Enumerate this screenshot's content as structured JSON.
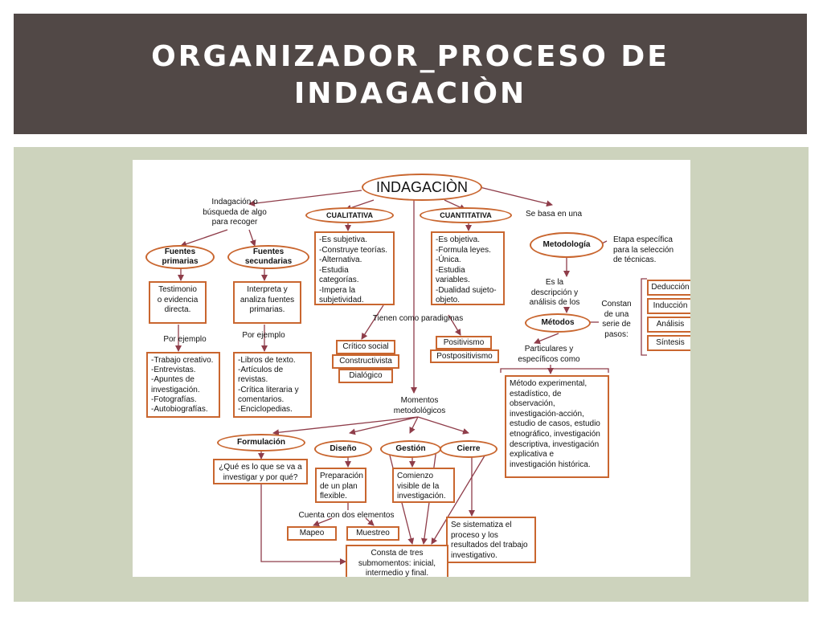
{
  "slide": {
    "title": "ORGANIZADOR_PROCESO DE\nINDAGACIÒN"
  },
  "diagram": {
    "root": "INDAGACIÒN",
    "branch_left": {
      "connector": "Indagación o\nbúsqueda de algo\npara recoger",
      "primary": {
        "label": "Fuentes\nprimarias",
        "description": "Testimonio\no evidencia\ndirecta.",
        "example_label": "Por ejemplo",
        "examples": "-Trabajo creativo.\n-Entrevistas.\n-Apuntes de\ninvestigación.\n-Fotografías.\n-Autobiografías."
      },
      "secondary": {
        "label": "Fuentes\nsecundarias",
        "description": "Interpreta y\nanaliza fuentes\nprimarias.",
        "example_label": "Por ejemplo",
        "examples": "-Libros de texto.\n-Artículos de\nrevistas.\n-Crítica literaria y\ncomentarios.\n-Enciclopedias."
      }
    },
    "qualitative": {
      "label": "CUALITATIVA",
      "traits": "-Es subjetiva.\n-Construye teorías.\n-Alternativa.\n-Estudia categorías.\n-Impera la\nsubjetividad."
    },
    "quantitative": {
      "label": "CUANTITATIVA",
      "traits": "-Es objetiva.\n-Formula leyes.\n-Única.\n-Estudia variables.\n-Dualidad sujeto-\nobjeto."
    },
    "paradigms": {
      "connector": "Tienen como paradigmas",
      "qualitative_items": [
        "Crítico social",
        "Constructivista",
        "Dialógico"
      ],
      "quantitative_items": [
        "Positivismo",
        "Postpositivismo"
      ]
    },
    "methodology": {
      "connector": "Se basa en una",
      "label": "Metodología",
      "note": "Etapa específica\npara la selección\nde técnicas.",
      "link": "Es la\ndescripción y\nanálisis de los",
      "methods_label": "Métodos",
      "steps_connector": "Constan\nde una\nserie de\npasos:",
      "steps": [
        "Deducción",
        "Inducción",
        "Análisis",
        "Síntesis"
      ],
      "particular_connector": "Particulares y\nespecíficos como",
      "methods_list": "Método experimental,\nestadístico, de\nobservación,\ninvestigación-acción,\nestudio de casos, estudio\netnográfico, investigación\ndescriptiva, investigación\nexplicativa e\ninvestigación histórica."
    },
    "moments": {
      "connector": "Momentos\nmetodológicos",
      "formulation": {
        "label": "Formulación",
        "text": "¿Qué es lo que se va a\ninvestigar y por qué?"
      },
      "design": {
        "label": "Diseño",
        "text": "Preparación\nde un plan\nflexible.",
        "elements_connector": "Cuenta con dos elementos",
        "elements": [
          "Mapeo",
          "Muestreo"
        ]
      },
      "management": {
        "label": "Gestión",
        "text": "Comienzo\nvisible de la\ninvestigación."
      },
      "closure": {
        "label": "Cierre",
        "text": "Se sistematiza el\nproceso y los\nresultados del trabajo\ninvestigativo."
      },
      "submoments": "Consta de tres\nsubmomentos: inicial,\nintermedio y final."
    }
  },
  "colors": {
    "title_bar": "#514846",
    "panel": "#cdd3bd",
    "node_border": "#c9662f",
    "connector_line": "#8f3d4a"
  }
}
